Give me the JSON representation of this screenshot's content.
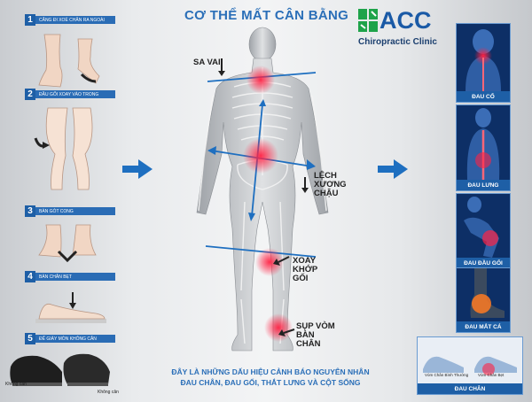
{
  "title": "CƠ THỂ MẤT CÂN BẰNG",
  "logo": {
    "brand": "ACC",
    "tagline": "Chiropractic Clinic"
  },
  "steps": [
    {
      "num": "1",
      "label": "CẲNG ĐI XOÈ CHÂN RA NGOÀI"
    },
    {
      "num": "2",
      "label": "ĐẦU GỐI XOAY VÀO TRONG"
    },
    {
      "num": "3",
      "label": "BÀN GÓT CONG"
    },
    {
      "num": "4",
      "label": "BÀN CHÂN BẸT"
    },
    {
      "num": "5",
      "label": "ĐẾ GIÀY MÒN KHÔNG CÂN"
    }
  ],
  "shoe_tags": {
    "left": "Không cân",
    "right": "Không cân"
  },
  "callouts": {
    "shoulder": "SA VAI",
    "pelvis": "LỆCH XƯƠNG CHẬU",
    "knee": "XOAY KHỚP GỐI",
    "foot": "SỤP VÒM BÀN CHÂN"
  },
  "bottom_text": {
    "line1": "ĐÂY LÀ NHỮNG DẤU HIỆU CẢNH BÁO NGUYÊN NHÂN",
    "line2": "ĐAU CHÂN, ĐAU GỐI, THẮT LƯNG VÀ CỘT SỐNG"
  },
  "pain_cards": [
    {
      "label": "ĐAU CỔ"
    },
    {
      "label": "ĐAU LƯNG"
    },
    {
      "label": "ĐAU ĐẦU GỐI"
    },
    {
      "label": "ĐAU MẮT CÁ"
    },
    {
      "label": "ĐAU CHÂN"
    }
  ],
  "foot_tags": {
    "left": "Vòm Chân Bình Thường",
    "right": "Vòm Chân Bẹt"
  },
  "colors": {
    "accent": "#2b6fb8",
    "dark_blue": "#1e5fa6",
    "pain_red": "#ff2244",
    "brand_green": "#1ea34a"
  }
}
